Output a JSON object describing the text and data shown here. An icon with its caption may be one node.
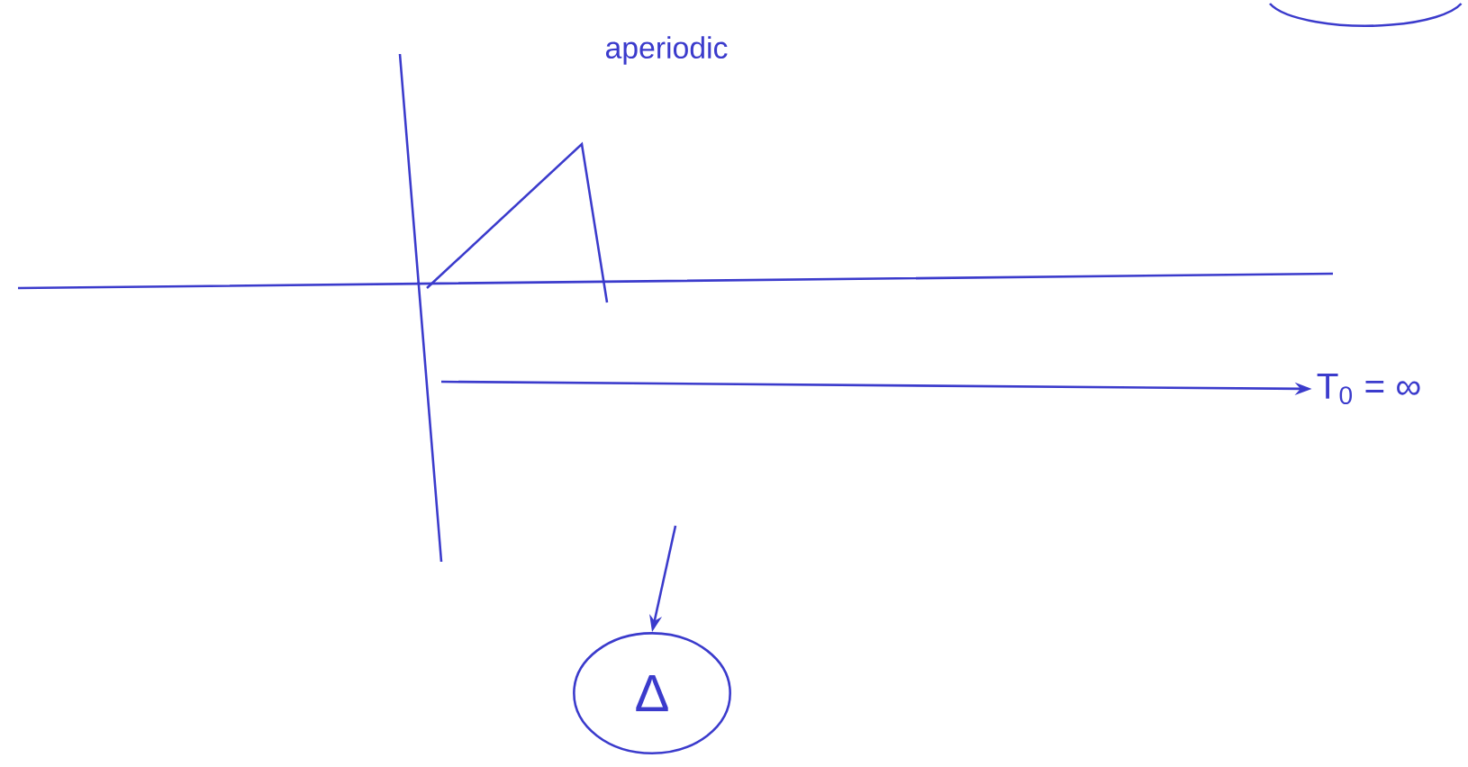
{
  "diagram": {
    "nodes": [
      {
        "text": [
          "Δ"
        ]
      },
      {
        "text": [
          "T$_{0}$ = ∞"
        ]
      }
    ],
    "edges": [
      {
        "from": null,
        "to": 1,
        "arrow": "to"
      },
      {
        "from": null,
        "to": 0,
        "arrow": "to"
      }
    ],
    "labels": [
      "aperiodic"
    ]
  }
}
